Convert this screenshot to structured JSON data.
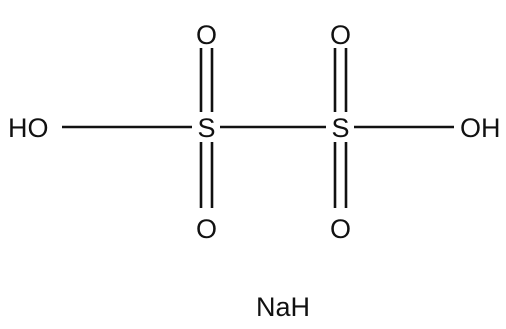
{
  "structure": {
    "labels": {
      "ho_left": "HO",
      "s_left": "S",
      "s_right": "S",
      "o_top_left": "O",
      "o_bottom_left": "O",
      "o_top_right": "O",
      "o_bottom_right": "O",
      "oh_right": "OH",
      "counterion": "NaH"
    },
    "colors": {
      "ink": "#111111",
      "background": "#ffffff"
    }
  }
}
